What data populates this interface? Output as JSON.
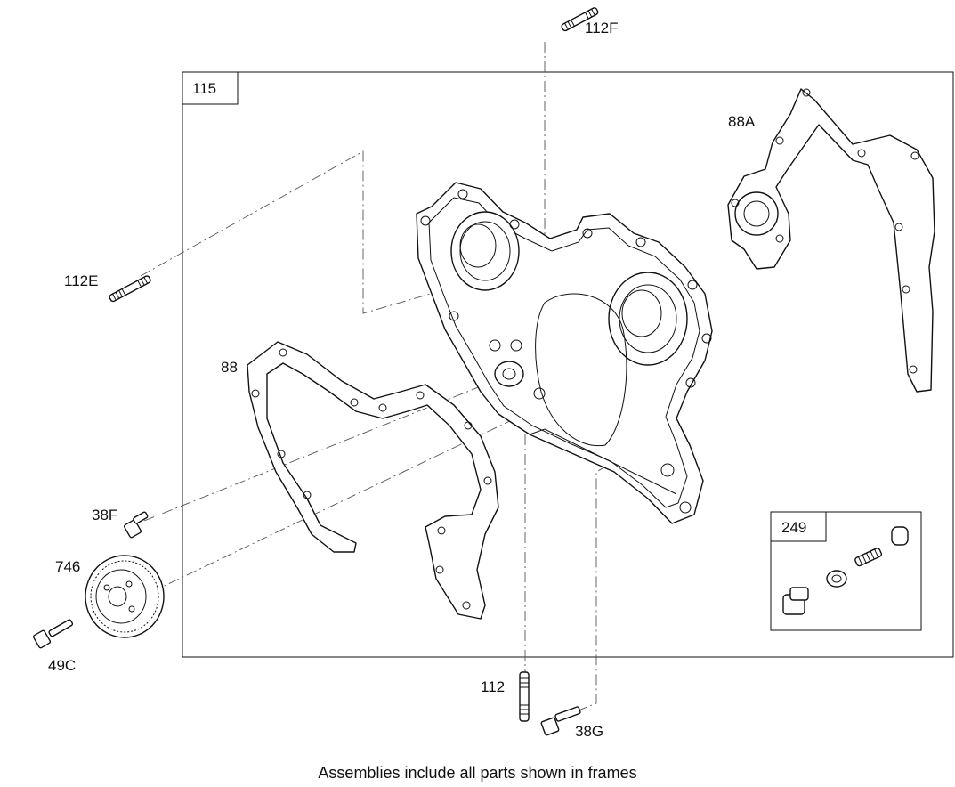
{
  "callouts": {
    "frame_main": "115",
    "stud_top": "112F",
    "stud_left": "112E",
    "gasket_right": "88A",
    "gasket_left": "88",
    "bolt_38f": "38F",
    "gear": "746",
    "bolt_49c": "49C",
    "stud_bottom": "112",
    "bolt_38g": "38G",
    "frame_valve": "249"
  },
  "caption": "Assemblies include all parts shown in frames"
}
